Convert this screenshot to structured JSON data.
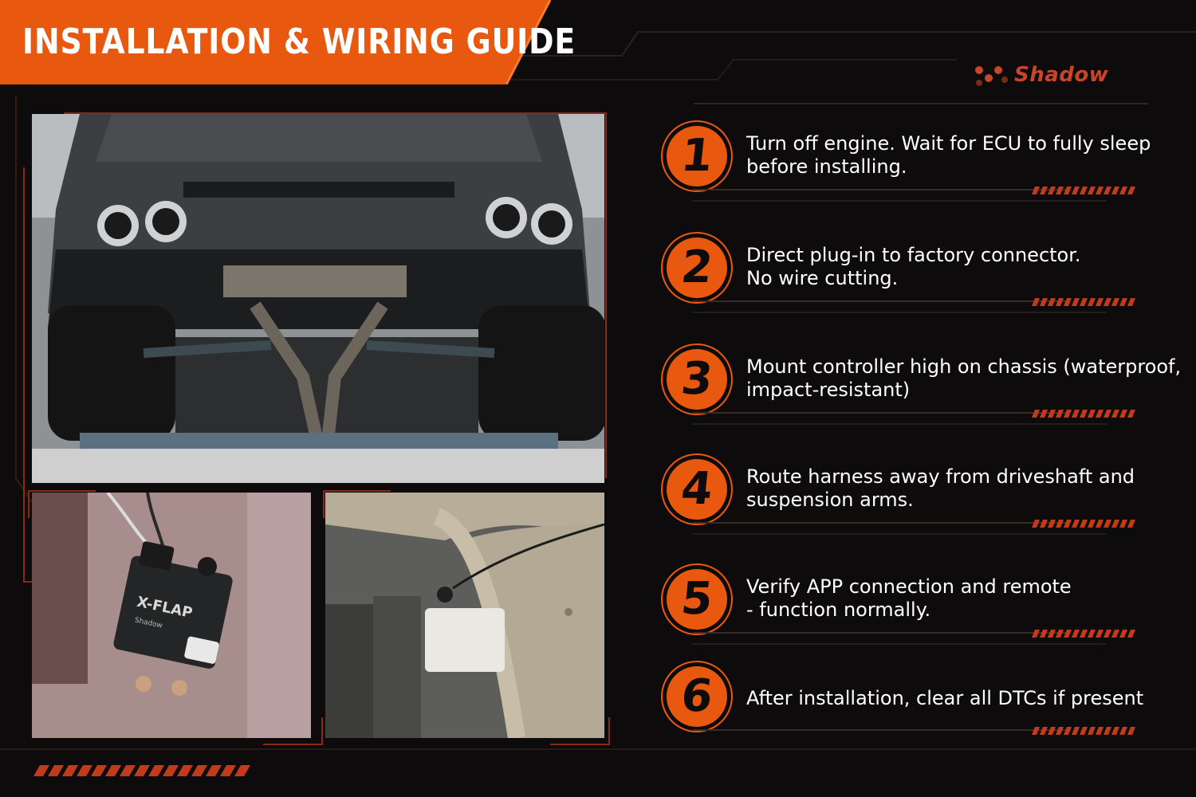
{
  "header": {
    "title": "INSTALLATION & WIRING GUIDE"
  },
  "brand": {
    "name": "Shadow"
  },
  "colors": {
    "accent": "#e8580e",
    "background": "#0d0b0b",
    "frame": "#8a2a16"
  },
  "steps": [
    {
      "number": "1",
      "line1": "Turn off engine. Wait for ECU to fully sleep",
      "line2": "before installing."
    },
    {
      "number": "2",
      "line1": "Direct plug-in to factory connector.",
      "line2": "No wire cutting."
    },
    {
      "number": "3",
      "line1": "Mount controller high on chassis (waterproof,",
      "line2": "impact-resistant)"
    },
    {
      "number": "4",
      "line1": "Route harness away from driveshaft and",
      "line2": "suspension arms."
    },
    {
      "number": "5",
      "line1": "Verify APP connection and remote",
      "line2": "- function normally."
    },
    {
      "number": "6",
      "line1": "After installation, clear all DTCs if present",
      "line2": ""
    }
  ],
  "photos": {
    "controller_label": "X-FLAP",
    "controller_brand": "Shadow"
  }
}
